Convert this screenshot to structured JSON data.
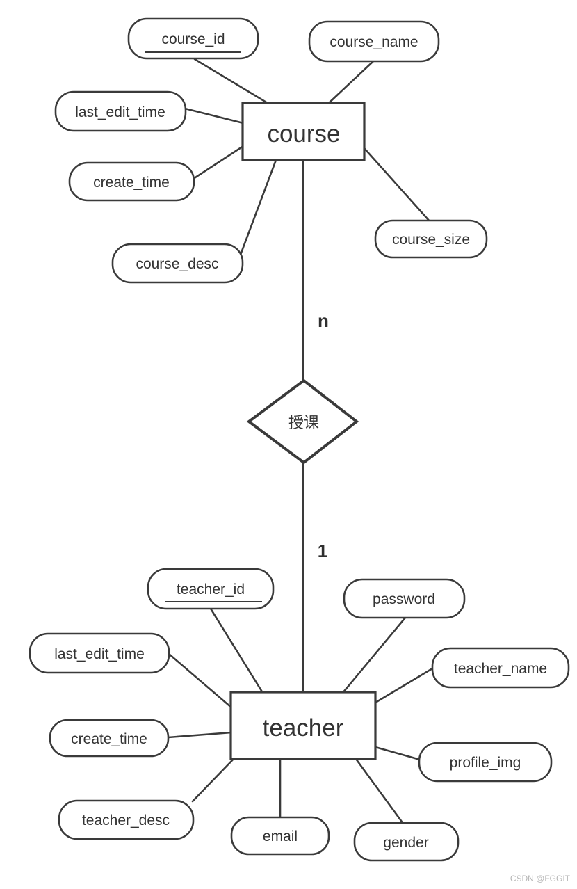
{
  "diagram": {
    "type": "entity-relationship",
    "entities": {
      "course": {
        "label": "course"
      },
      "teacher": {
        "label": "teacher"
      }
    },
    "relationship": {
      "label": "授课",
      "course_cardinality": "n",
      "teacher_cardinality": "1"
    },
    "course_attributes": {
      "course_id": "course_id",
      "course_name": "course_name",
      "last_edit_time": "last_edit_time",
      "create_time": "create_time",
      "course_desc": "course_desc",
      "course_size": "course_size"
    },
    "teacher_attributes": {
      "teacher_id": "teacher_id",
      "password": "password",
      "last_edit_time": "last_edit_time",
      "teacher_name": "teacher_name",
      "create_time": "create_time",
      "profile_img": "profile_img",
      "teacher_desc": "teacher_desc",
      "email": "email",
      "gender": "gender"
    },
    "primary_keys": [
      "course_id",
      "teacher_id"
    ],
    "colors": {
      "stroke": "#3a3a3a",
      "text": "#333333",
      "shape_fill": "#ffffff",
      "watermark": "#b3b3b3"
    }
  },
  "watermark": "CSDN @FGGIT"
}
